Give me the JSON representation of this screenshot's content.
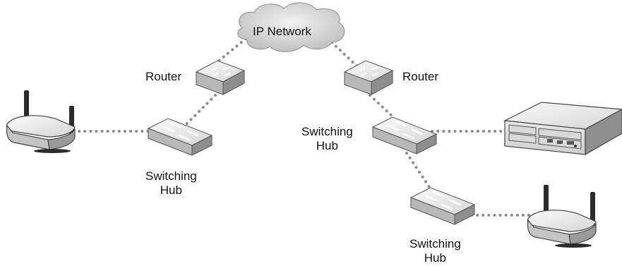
{
  "network": {
    "cloud_label": "IP Network",
    "router_left_label": "Router",
    "router_right_label": "Router",
    "hub_left": {
      "line1": "Switching",
      "line2": "Hub"
    },
    "hub_right_upper": {
      "line1": "Switching",
      "line2": "Hub"
    },
    "hub_right_lower": {
      "line1": "Switching",
      "line2": "Hub"
    }
  },
  "icons": {
    "cloud": "cloud-icon",
    "router": "router-icon",
    "switching_hub": "switching-hub-icon",
    "access_point": "wireless-access-point-icon",
    "pbx": "pbx-server-icon"
  },
  "colors": {
    "link": "#8c8c8c",
    "device_top": "#ececec",
    "device_side": "#a8a8a8",
    "outline": "#2a2a2a"
  }
}
